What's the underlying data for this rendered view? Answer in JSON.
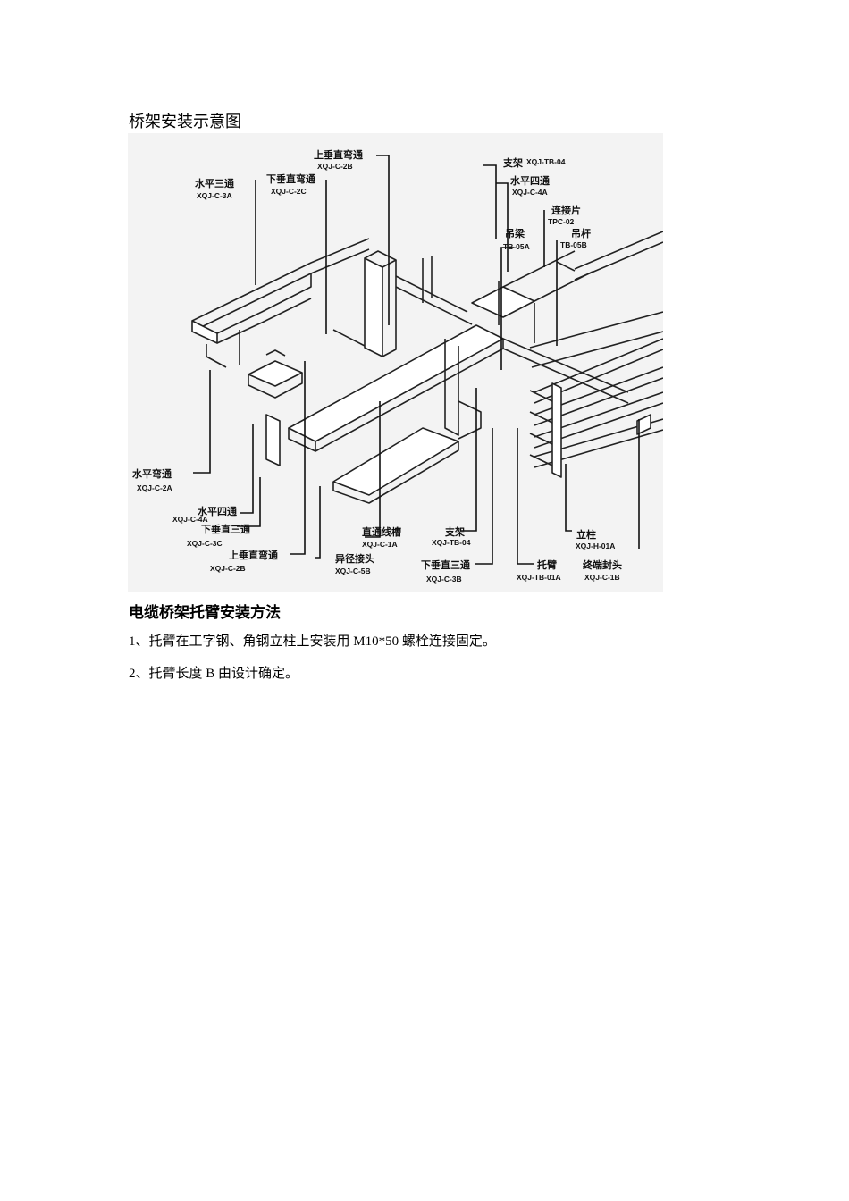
{
  "caption": "桥架安装示意图",
  "figure": {
    "labels": [
      {
        "id": "l1",
        "name": "上垂直弯通",
        "code": "XQJ-C-2B"
      },
      {
        "id": "l2",
        "name": "水平三通",
        "code": "XQJ-C-3A"
      },
      {
        "id": "l3",
        "name": "下垂直弯通",
        "code": "XQJ-C-2C"
      },
      {
        "id": "l4",
        "name": "支架",
        "code": "XQJ-TB-04"
      },
      {
        "id": "l5",
        "name": "水平四通",
        "code": "XQJ-C-4A"
      },
      {
        "id": "l6",
        "name": "连接片",
        "code": "TPC-02"
      },
      {
        "id": "l7",
        "name": "吊梁",
        "code": "TB-05A"
      },
      {
        "id": "l8",
        "name": "吊杆",
        "code": "TB-05B"
      },
      {
        "id": "l9",
        "name": "水平弯通",
        "code": "XQJ-C-2A"
      },
      {
        "id": "l10",
        "name": "水平四通",
        "code": "XQJ-C-4A"
      },
      {
        "id": "l11",
        "name": "下垂直三通",
        "code": "XQJ-C-3C"
      },
      {
        "id": "l12",
        "name": "上垂直弯通",
        "code": "XQJ-C-2B"
      },
      {
        "id": "l13",
        "name": "直通线槽",
        "code": "XQJ-C-1A"
      },
      {
        "id": "l14",
        "name": "支架",
        "code": "XQJ-TB-04"
      },
      {
        "id": "l15",
        "name": "异径接头",
        "code": "XQJ-C-5B"
      },
      {
        "id": "l16",
        "name": "下垂直三通",
        "code": "XQJ-C-3B"
      },
      {
        "id": "l17",
        "name": "立柱",
        "code": "XQJ-H-01A"
      },
      {
        "id": "l18",
        "name": "托臂",
        "code": "XQJ-TB-01A"
      },
      {
        "id": "l19",
        "name": "终端封头",
        "code": "XQJ-C-1B"
      }
    ]
  },
  "section_heading": "电缆桥架托臂安装方法",
  "paragraphs": [
    "1、托臂在工字钢、角钢立柱上安装用 M10*50 螺栓连接固定。",
    "2、托臂长度 B 由设计确定。"
  ]
}
